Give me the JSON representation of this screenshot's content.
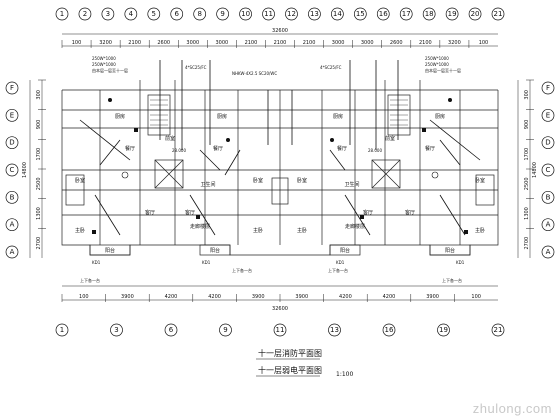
{
  "title": {
    "line1": "十一层消防平面图",
    "line2": "十一层弱电平面图",
    "scale": "1:100"
  },
  "axes": {
    "top": [
      "1",
      "2",
      "3",
      "4",
      "5",
      "6",
      "8",
      "9",
      "10",
      "11",
      "12",
      "13",
      "14",
      "15",
      "16",
      "17",
      "18",
      "19",
      "20",
      "21"
    ],
    "bottom": [
      "1",
      "3",
      "6",
      "9",
      "11",
      "13",
      "16",
      "19",
      "21"
    ],
    "left": [
      "F",
      "E",
      "D",
      "C",
      "B",
      "A",
      "A"
    ],
    "right": [
      "F",
      "E",
      "D",
      "C",
      "B",
      "A",
      "A"
    ]
  },
  "dims": {
    "top_overall": "32600",
    "top_segments": [
      "100",
      "3200",
      "2100",
      "2600",
      "3000",
      "3000",
      "2100",
      "2100",
      "2100",
      "3000",
      "3000",
      "2600",
      "2100",
      "3200",
      "100"
    ],
    "bottom_overall": "32600",
    "bottom_segments": [
      "100",
      "3900",
      "4200",
      "4200",
      "3900",
      "3900",
      "4200",
      "4200",
      "3900",
      "100"
    ],
    "left_overall": "14800",
    "left_segments": [
      "300",
      "900",
      "1700",
      "2500",
      "1300",
      "2700"
    ],
    "right_overall": "14800",
    "right_segments": [
      "300",
      "900",
      "1700",
      "2500",
      "1300",
      "2700"
    ]
  },
  "labels": {
    "riser_left": "4*SC25/FC",
    "riser_mid": "NHKW-4X2.5 SC20/WC",
    "riser_right": "4*SC25/FC",
    "box1": "250W*1000",
    "box2": "250W*1000",
    "note": "由本层一层至十一层",
    "elevator_val": "28.000",
    "up_note": "上下各一台",
    "kd": "KD1"
  },
  "rooms": {
    "kitchen": "厨房",
    "dining": "餐厅",
    "living": "客厅",
    "master": "主卧",
    "bedroom": "卧室",
    "balcony": "阳台",
    "bath": "卫生间",
    "corridor": "走廊楼层",
    "front": "前室"
  },
  "watermark": "zhulong.com"
}
